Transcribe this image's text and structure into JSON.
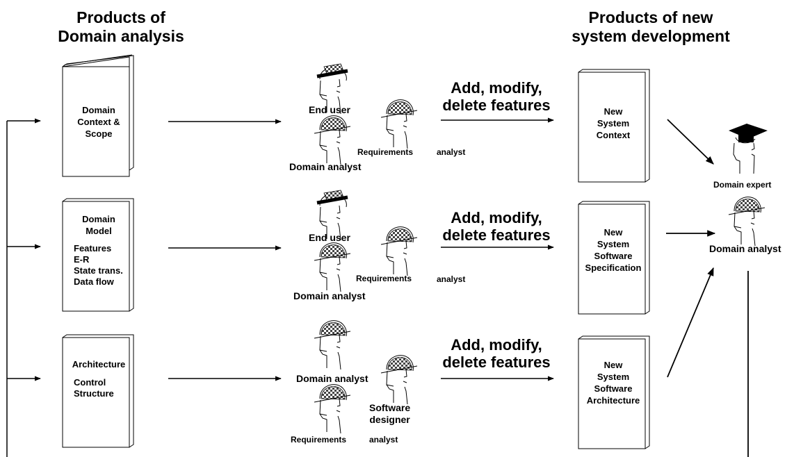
{
  "headings": {
    "domain_analysis": "Products of\nDomain analysis",
    "new_system": "Products of new\nsystem development"
  },
  "books": {
    "context": "Domain\nContext &\nScope",
    "model_title": "Domain\nModel",
    "model_items": "Features\nE-R\nState trans.\nData flow",
    "architecture_title": "Architecture",
    "architecture_items": "Control\nStructure",
    "new_context": "New\nSystem\nContext",
    "new_spec": "New\nSystem\nSoftware\nSpecification",
    "new_arch": "New\nSystem\nSoftware\nArchitecture"
  },
  "action_label": "Add, modify,\ndelete features",
  "roles": {
    "end_user": "End user",
    "domain_analyst": "Domain analyst",
    "requirements": "Requirements",
    "analyst": "analyst",
    "software_designer": "Software\ndesigner",
    "domain_expert": "Domain expert"
  },
  "colors": {
    "ink": "#000000",
    "background": "#ffffff"
  }
}
